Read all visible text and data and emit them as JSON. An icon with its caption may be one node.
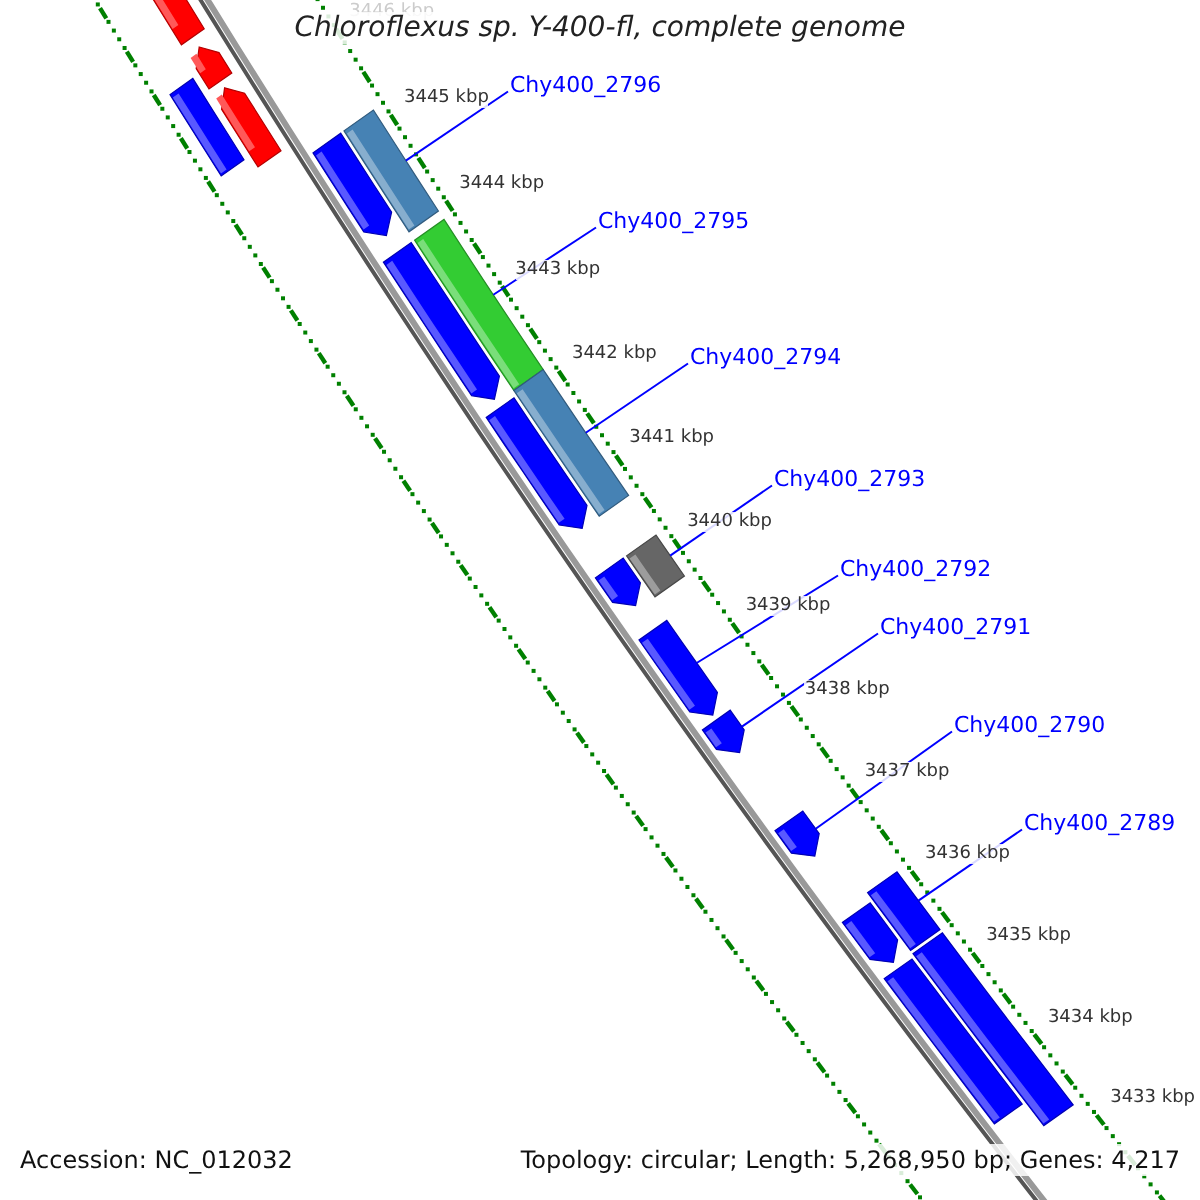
{
  "diagram": {
    "title": "Chloroflexus sp. Y-400-fl, complete genome",
    "nodes": [
      {
        "text": [
          "Chy400_2796"
        ]
      },
      {
        "text": [
          "Chy400_2795"
        ]
      },
      {
        "text": [
          "Chy400_2794"
        ]
      },
      {
        "text": [
          "Chy400_2793"
        ]
      },
      {
        "text": [
          "Chy400_2792"
        ]
      },
      {
        "text": [
          "Chy400_2791"
        ]
      },
      {
        "text": [
          "Chy400_2790"
        ]
      },
      {
        "text": [
          "Chy400_2789"
        ]
      },
      {
        "text": [],
        "shape": "arrow"
      },
      {
        "text": [],
        "shape": "arrow"
      },
      {
        "text": [],
        "shape": "bar"
      },
      {
        "text": [],
        "shape": "arrow"
      },
      {
        "text": [],
        "shape": "bar"
      },
      {
        "text": [],
        "shape": "arrow"
      },
      {
        "text": [],
        "shape": "bar"
      },
      {
        "text": [],
        "shape": "arrow"
      },
      {
        "text": [],
        "shape": "bar"
      },
      {
        "text": [],
        "shape": "arrow"
      },
      {
        "text": [],
        "shape": "bar"
      },
      {
        "text": [],
        "shape": "arrow"
      },
      {
        "text": [],
        "shape": "arrow"
      },
      {
        "text": [],
        "shape": "arrow"
      },
      {
        "text": [],
        "shape": "arrow"
      },
      {
        "text": [],
        "shape": "bar"
      },
      {
        "text": [],
        "shape": "arrow"
      },
      {
        "text": [],
        "shape": "bar"
      },
      {
        "text": [],
        "shape": "bar"
      }
    ],
    "edges": [
      {
        "from": 0,
        "to": 12,
        "arrow": "none"
      },
      {
        "from": 1,
        "to": 14,
        "arrow": "none"
      },
      {
        "from": 2,
        "to": 16,
        "arrow": "none"
      },
      {
        "from": 3,
        "to": 18,
        "arrow": "none"
      },
      {
        "from": 4,
        "to": 20,
        "arrow": "none"
      },
      {
        "from": 5,
        "to": 21,
        "arrow": "none"
      },
      {
        "from": 6,
        "to": 22,
        "arrow": "none"
      },
      {
        "from": 7,
        "to": 23,
        "arrow": "none"
      }
    ],
    "labels": [
      "3446 kbp",
      "3445 kbp",
      "3444 kbp",
      "3443 kbp",
      "3442 kbp",
      "3441 kbp",
      "3440 kbp",
      "3439 kbp",
      "3438 kbp",
      "3437 kbp",
      "3436 kbp",
      "3435 kbp",
      "3434 kbp",
      "3433 kbp",
      "Accession: NC_012032",
      "Topology: circular; Length: 5,268,950 bp; Genes: 4,217"
    ]
  }
}
